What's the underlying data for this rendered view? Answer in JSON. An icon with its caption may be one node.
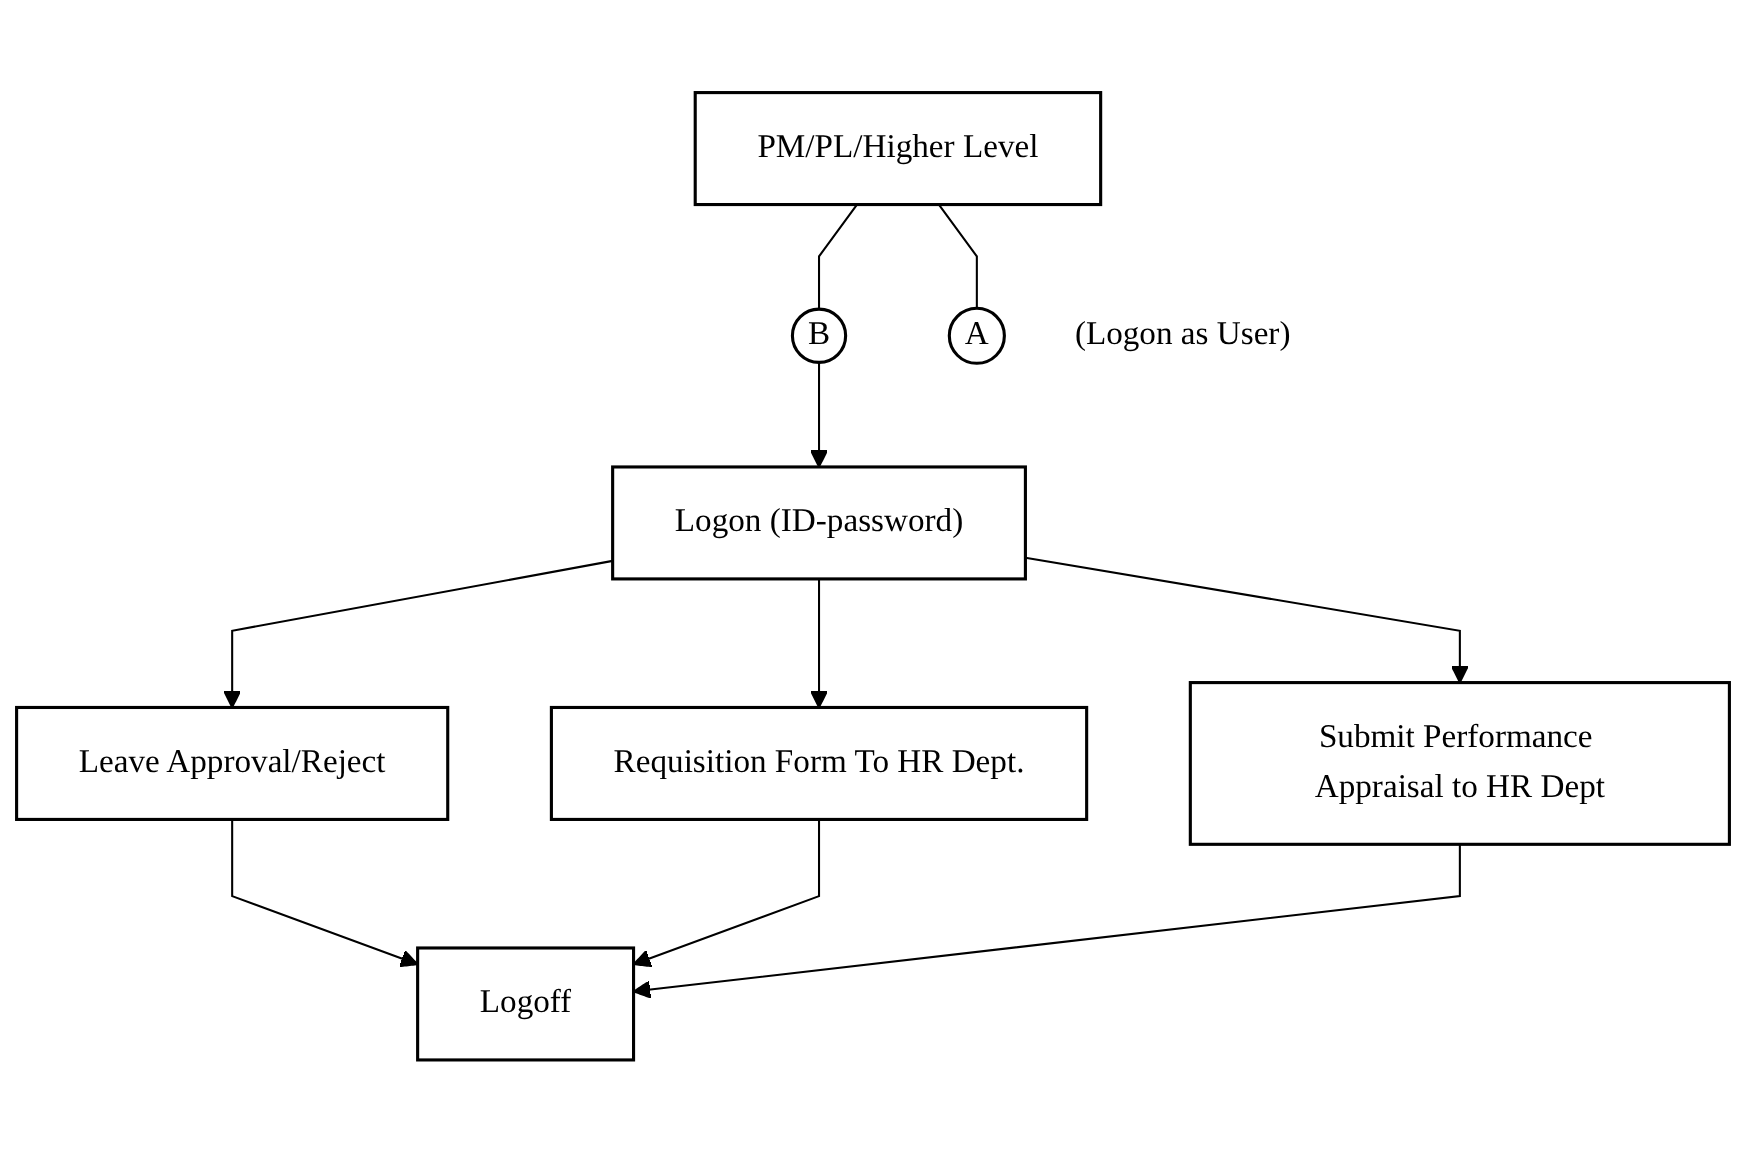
{
  "diagram": {
    "nodes": [
      {
        "text": [
          "PM/PL/Higher Level"
        ]
      },
      {
        "text": [
          "B"
        ]
      },
      {
        "text": [
          "A"
        ],
        "beside": [
          "(Logon as User)"
        ]
      },
      {
        "text": [
          "Logon (ID-password)"
        ]
      },
      {
        "text": [
          "Leave Approval/Reject"
        ]
      },
      {
        "text": [
          "Requisition Form To HR Dept."
        ]
      },
      {
        "text": [
          "Submit Performance Appraisal to HR Dept"
        ]
      },
      {
        "text": [
          "Logoff"
        ]
      }
    ],
    "edges": [
      {
        "from": 0,
        "to": 1,
        "arrow": "none"
      },
      {
        "from": 0,
        "to": 2,
        "arrow": "none"
      },
      {
        "from": 1,
        "to": 3,
        "arrow": "to"
      },
      {
        "from": 3,
        "to": 4,
        "arrow": "to"
      },
      {
        "from": 3,
        "to": 5,
        "arrow": "to"
      },
      {
        "from": 3,
        "to": 6,
        "arrow": "to"
      },
      {
        "from": 4,
        "to": 7,
        "arrow": "to"
      },
      {
        "from": 5,
        "to": 7,
        "arrow": "to"
      },
      {
        "from": 6,
        "to": 7,
        "arrow": "to"
      }
    ]
  }
}
